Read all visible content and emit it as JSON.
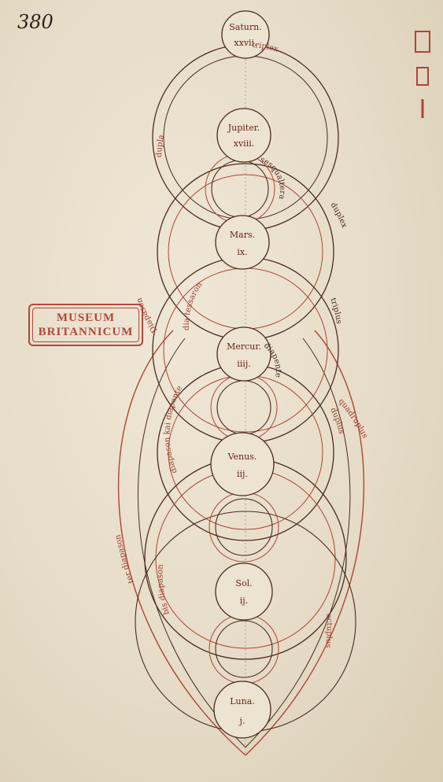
{
  "folio": "380",
  "stamp": {
    "line1": "MUSEUM",
    "line2": "BRITANNICUM"
  },
  "planets": [
    {
      "name": "Saturn.",
      "number": "xxvii."
    },
    {
      "name": "Jupiter.",
      "number": "xviii."
    },
    {
      "name": "Mars.",
      "number": "ix."
    },
    {
      "name": "Mercur.",
      "number": "iiij."
    },
    {
      "name": "Venus.",
      "number": "iij."
    },
    {
      "name": "Sol.",
      "number": "ij."
    },
    {
      "name": "Luna.",
      "number": "j."
    }
  ],
  "arc_labels": {
    "triplex": "triplex",
    "dupla_left": "dupla",
    "sesqualtera": "sesqualtera",
    "duplex": "duplex",
    "diapente": "Diapason",
    "diatessaron": "dia tessaron",
    "diapason_dia": "diapason kai diapente",
    "diapente_right": "diapente",
    "triplus": "triplus",
    "duplus": "duplus",
    "quadruplus": "quadruplus",
    "octuplus": "octuplus",
    "bis_diapason": "bis diapason",
    "ter_diapason": "ter diapason"
  },
  "colors": {
    "ink_dark": "#4a2a20",
    "ink_red": "#b04434",
    "parchment": "#e8dfcc"
  }
}
